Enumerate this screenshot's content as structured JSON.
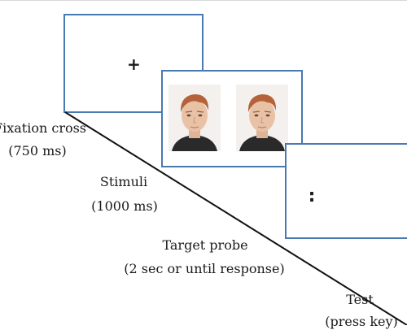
{
  "stages": [
    {
      "id": "fixation",
      "title": "Fixation cross",
      "duration": "(750 ms)",
      "display_symbol": "+"
    },
    {
      "id": "stimuli",
      "title": "Stimuli",
      "duration": "(1000 ms)"
    },
    {
      "id": "target_probe",
      "title": "Target probe",
      "duration": "(2 sec or until response)",
      "display_symbol": ":"
    },
    {
      "id": "test",
      "title": "Test",
      "duration": "(press key)"
    }
  ],
  "colors": {
    "frame_border": "#4a78b0",
    "timeline": "#111111",
    "hair": "#b5623a",
    "skin": "#e9c2a6"
  },
  "stimuli_images": [
    "face-photo",
    "face-photo"
  ]
}
